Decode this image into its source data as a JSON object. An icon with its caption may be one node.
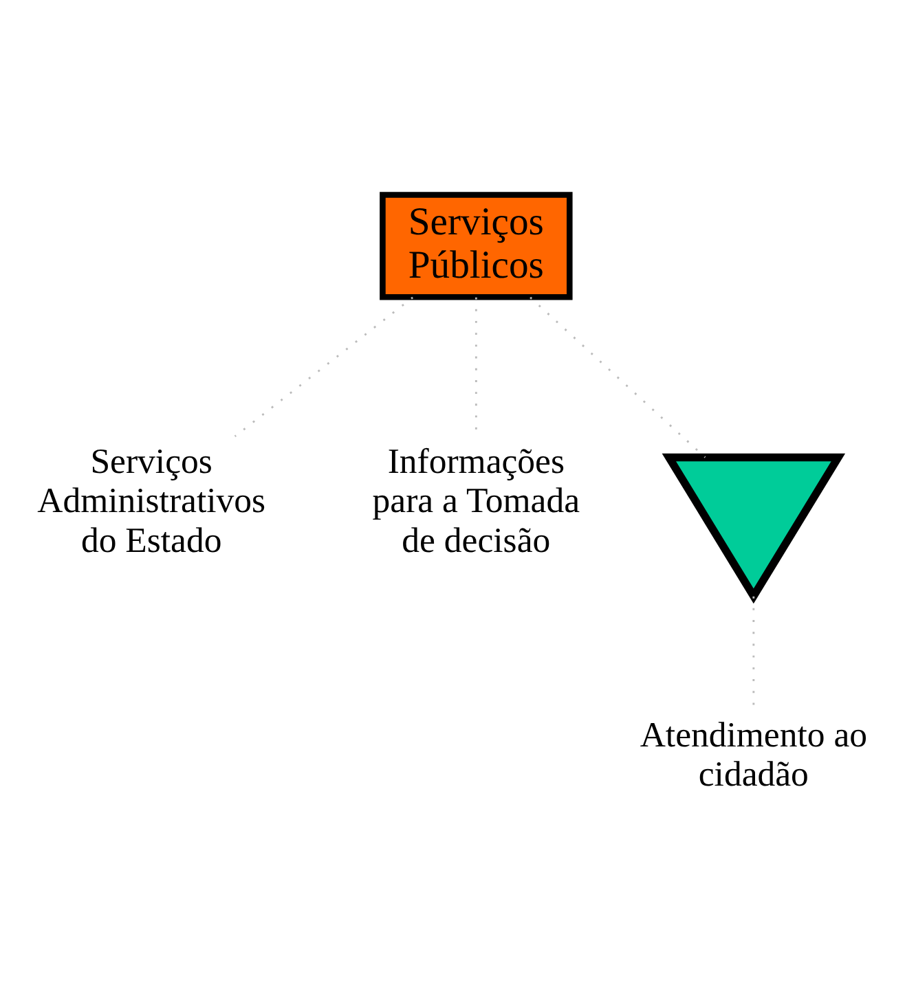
{
  "diagram": {
    "nodes": [
      {
        "text": [
          "Serviços Públicos"
        ]
      },
      {
        "text": [
          "Serviços Administrativos do Estado"
        ]
      },
      {
        "text": [
          "Informações para a Tomada de decisão"
        ]
      },
      {
        "text": [],
        "shape": "arrow"
      },
      {
        "text": [
          "Atendimento ao cidadão"
        ]
      }
    ],
    "edges": [
      {
        "from": 0,
        "to": 1,
        "arrow": "none",
        "style": "dashed"
      },
      {
        "from": 0,
        "to": 3,
        "arrow": "none",
        "style": "dashed"
      },
      {
        "from": 0,
        "to": 2,
        "arrow": "none",
        "style": "dashed"
      },
      {
        "from": 3,
        "to": 4,
        "arrow": "none",
        "style": "dashed"
      }
    ]
  }
}
